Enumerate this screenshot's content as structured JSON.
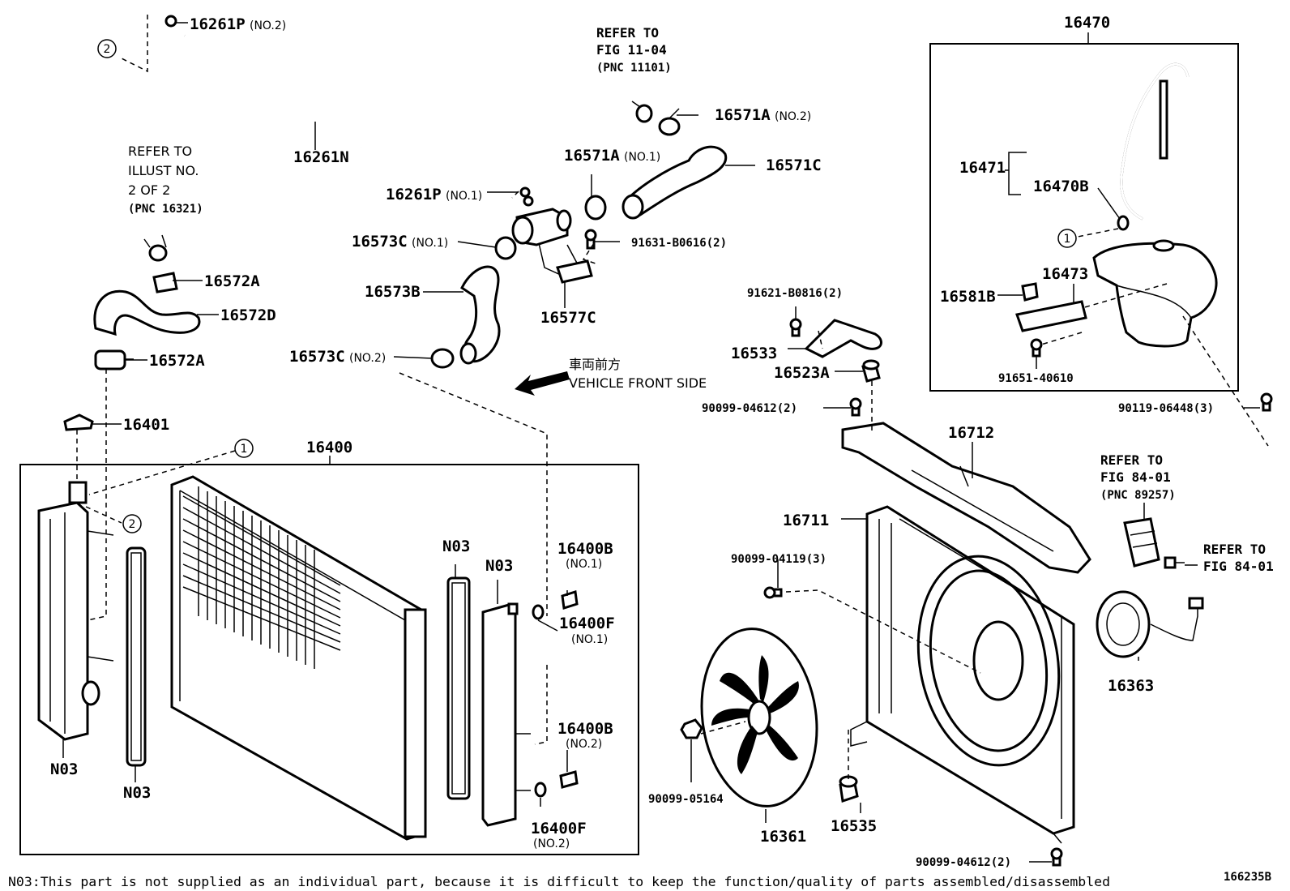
{
  "labels": {
    "p16261P_no2": "16261P",
    "p16261P_no2_sub": "(NO.2)",
    "p16261N": "16261N",
    "p16261P_no1": "16261P",
    "p16261P_no1_sub": "(NO.1)",
    "p16571A_no2": "16571A",
    "p16571A_no2_sub": "(NO.2)",
    "p16571A_no1": "16571A",
    "p16571A_no1_sub": "(NO.1)",
    "p16571C": "16571C",
    "p16573C_no1": "16573C",
    "p16573C_no1_sub": "(NO.1)",
    "p91631": "91631-B0616(2)",
    "p16573B": "16573B",
    "p16577C": "16577C",
    "p16573C_no2": "16573C",
    "p16573C_no2_sub": "(NO.2)",
    "p16572A_top": "16572A",
    "p16572D": "16572D",
    "p16572A_bottom": "16572A",
    "p16401": "16401",
    "p16400": "16400",
    "p16400B_no1": "16400B",
    "p16400B_no1_sub": "(NO.1)",
    "p16400F_no1": "16400F",
    "p16400F_no1_sub": "(NO.1)",
    "p16400B_no2": "16400B",
    "p16400B_no2_sub": "(NO.2)",
    "p16400F_no2": "16400F",
    "p16400F_no2_sub": "(NO.2)",
    "n03_a": "N03",
    "n03_b": "N03",
    "n03_c": "N03",
    "n03_d": "N03",
    "p16470": "16470",
    "p16471": "16471",
    "p16470B": "16470B",
    "p16473": "16473",
    "p16581B": "16581B",
    "p91651": "91651-40610",
    "p91621": "91621-B0816(2)",
    "p16533": "16533",
    "p16523A": "16523A",
    "p90099_04612_top": "90099-04612(2)",
    "p90119": "90119-06448(3)",
    "p16712": "16712",
    "p16711": "16711",
    "p90099_04119": "90099-04119(3)",
    "p16363": "16363",
    "p90099_05164": "90099-05164",
    "p16361": "16361",
    "p16535": "16535",
    "p90099_04612_bottom": "90099-04612(2)",
    "circle_1": "1",
    "circle_2": "2"
  },
  "references": {
    "fig1104_l1": "REFER TO",
    "fig1104_l2": "FIG 11-04",
    "fig1104_l3": "(PNC 11101)",
    "illust_l1": "REFER TO",
    "illust_l2": "ILLUST NO.",
    "illust_l3": "2 OF 2",
    "illust_l4": "(PNC 16321)",
    "fig8401a_l1": "REFER TO",
    "fig8401a_l2": "FIG 84-01",
    "fig8401a_l3": "(PNC 89257)",
    "fig8401b_l1": "REFER TO",
    "fig8401b_l2": "FIG 84-01"
  },
  "direction": {
    "japanese": "車両前方",
    "english": "VEHICLE FRONT SIDE"
  },
  "footer": {
    "note": "N03:This part is not supplied as an individual part, because it is difficult to keep the function/quality of parts assembled/disassembled",
    "figure_id": "166235B"
  }
}
